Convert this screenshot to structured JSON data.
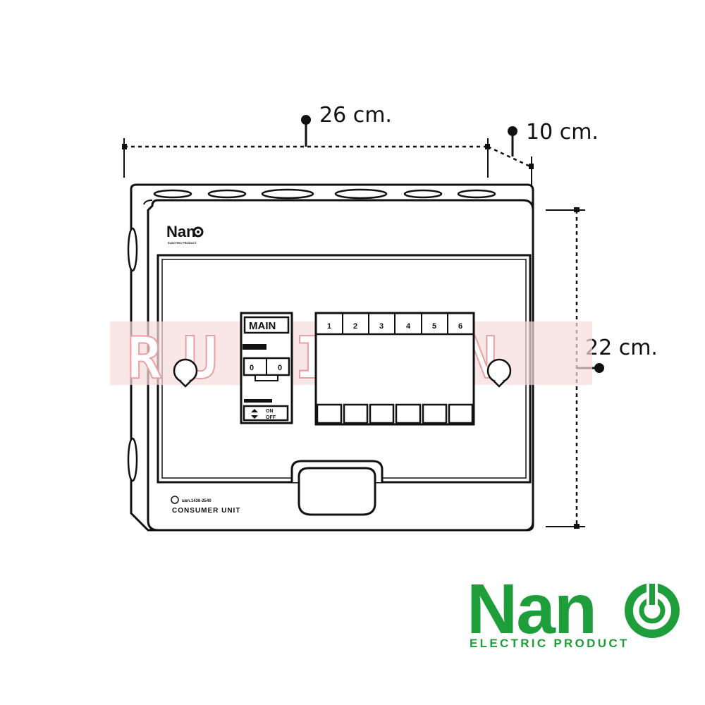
{
  "dimensions": {
    "width": "26 cm.",
    "depth": "10 cm.",
    "height": "22 cm."
  },
  "device": {
    "cover_brand": "Nan",
    "cover_sub": "ELECTRIC PRODUCT",
    "main_label": "MAIN",
    "main_positions": [
      "0",
      "0"
    ],
    "onoff_label": [
      "ON",
      "OFF"
    ],
    "breakers": [
      "1",
      "2",
      "3",
      "4",
      "5",
      "6"
    ],
    "standard": "มอก.1436-2540",
    "product_label": "CONSUMER UNIT"
  },
  "watermark": "RUBICON",
  "logo": {
    "text": "Nan",
    "sub": "ELECTRIC PRODUCT",
    "color": "#1e9e3a"
  }
}
